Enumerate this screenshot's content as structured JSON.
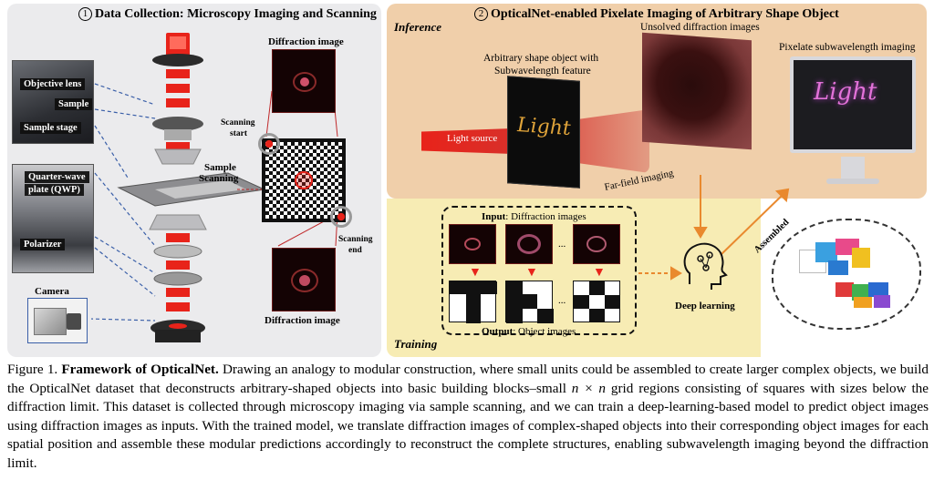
{
  "panel1": {
    "number": "1",
    "title": "Data Collection: Microscopy Imaging and Scanning",
    "objective_lens": "Objective lens",
    "sample": "Sample",
    "sample_stage": "Sample stage",
    "quarter_wave_1": "Quarter-wave",
    "quarter_wave_2": "plate (QWP)",
    "polarizer": "Polarizer",
    "camera": "Camera",
    "sample_scanning_1": "Sample",
    "sample_scanning_2": "Scanning",
    "scanning_start_1": "Scanning",
    "scanning_start_2": "start",
    "scanning_end_1": "Scanning",
    "scanning_end_2": "end",
    "diffraction_top": "Diffraction image",
    "diffraction_bottom": "Diffraction image"
  },
  "panel2": {
    "number": "2",
    "title": "OpticalNet-enabled Pixelate Imaging of Arbitrary Shape Object",
    "inference": "Inference",
    "object_1": "Arbitrary shape object with",
    "object_2": "Subwavelength feature",
    "unsolved": "Unsolved diffraction images",
    "pixelate": "Pixelate subwavelength imaging",
    "light_source": "Light source",
    "far_field": "Far-field imaging",
    "object_word": "Light",
    "training": "Training",
    "input_bold": "Input",
    "input_rest": ": Diffraction images",
    "output_bold": "Output",
    "output_rest": ": Object images",
    "dots": "...",
    "deep_learning": "Deep learning",
    "assembled": "Assembled"
  },
  "caption": {
    "prefix": "Figure 1. ",
    "bold": "Framework of OpticalNet.",
    "part1": " Drawing an analogy to modular construction, where small units could be assembled to create larger complex objects, we build the OpticalNet dataset that deconstructs arbitrary-shaped objects into basic building blocks–small ",
    "math": "n × n",
    "part2": " grid regions consisting of squares with sizes below the diffraction limit. This dataset is collected through microscopy imaging via sample scanning, and we can train a deep-learning-based model to predict object images using diffraction images as inputs. With the trained model, we translate diffraction images of complex-shaped objects into their corresponding object images for each spatial position and assemble these modular predictions accordingly to reconstruct the complete structures, enabling subwavelength imaging beyond the diffraction limit."
  },
  "colors": {
    "panel1_bg": "#ebebed",
    "inference_bg": "#f0cfaa",
    "training_bg": "#f7ecb4",
    "laser_red": "#e8231a",
    "arrow_orange": "#e9892e",
    "arrow_blue": "#3a5fa8"
  }
}
